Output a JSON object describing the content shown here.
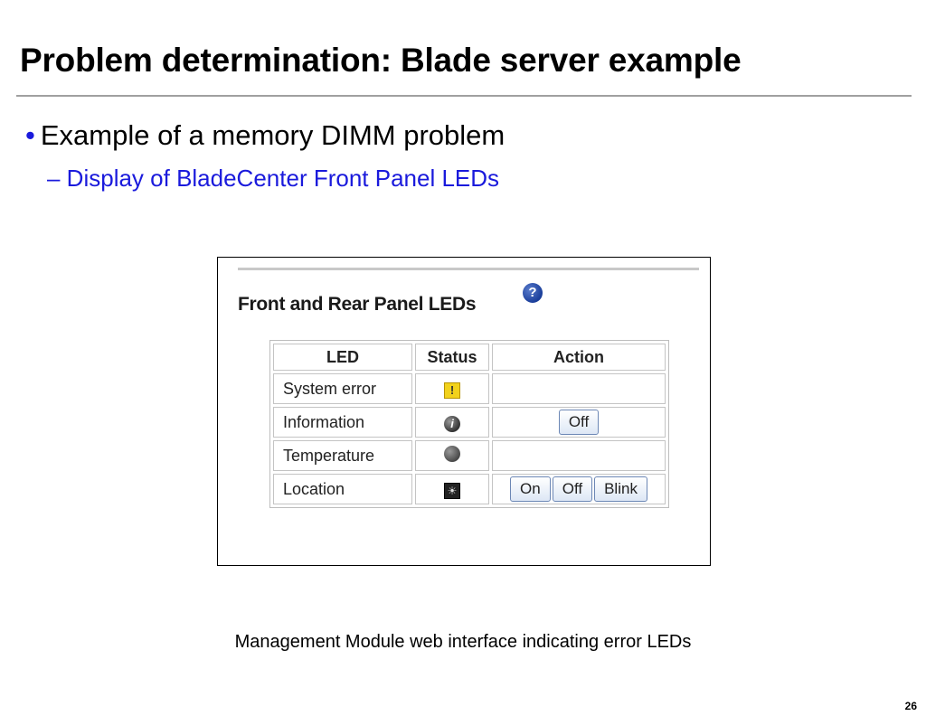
{
  "slide": {
    "title": "Problem determination: Blade server example",
    "bullet": "Example of a memory DIMM problem",
    "sub_bullet": "– Display of BladeCenter Front Panel LEDs",
    "caption": "Management Module web interface indicating error LEDs",
    "page_number": "26",
    "bullet_color": "#1a1adc"
  },
  "panel": {
    "title": "Front and Rear Panel LEDs",
    "help_icon": "help-question-icon",
    "columns": [
      "LED",
      "Status",
      "Action"
    ],
    "rows": [
      {
        "led": "System error",
        "status_icon": "warning-icon",
        "actions": []
      },
      {
        "led": "Information",
        "status_icon": "info-icon",
        "actions": [
          "Off"
        ]
      },
      {
        "led": "Temperature",
        "status_icon": "led-off-icon",
        "actions": []
      },
      {
        "led": "Location",
        "status_icon": "location-icon",
        "actions": [
          "On",
          "Off",
          "Blink"
        ]
      }
    ]
  }
}
